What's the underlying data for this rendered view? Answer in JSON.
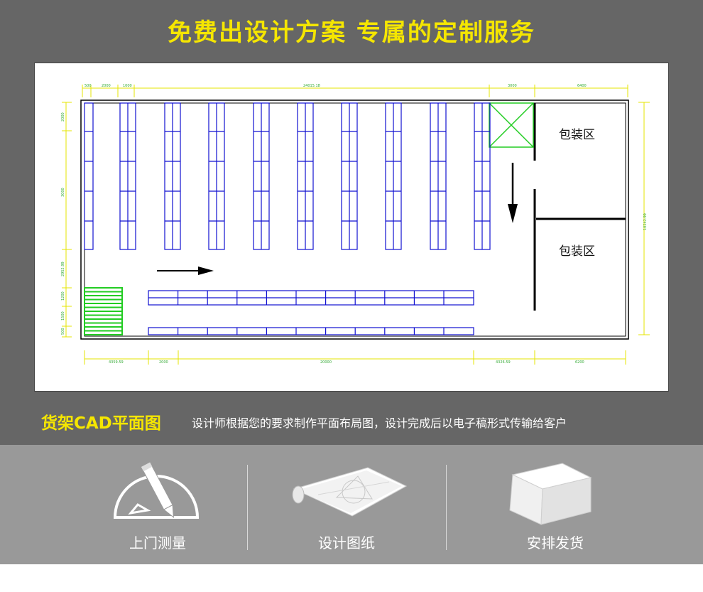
{
  "header": {
    "title": "免费出设计方案  专属的定制服务"
  },
  "floor_plan": {
    "zone_labels": [
      "包装区",
      "包装区"
    ],
    "top_dimensions": [
      "500",
      "2000",
      "1000",
      "24015.18",
      "3000",
      "6400"
    ],
    "bottom_dimensions": [
      "4359.59",
      "2000",
      "20000",
      "4326.59",
      "6200"
    ],
    "left_dimensions": [
      "2000",
      "3000",
      "2952.99",
      "1200",
      "1500",
      "500"
    ],
    "right_dimension": "10242.99",
    "colors": {
      "shelving": "#1010d0",
      "stair": "#22cc22",
      "dimension": "#e6e600",
      "wall": "#000000"
    }
  },
  "caption": {
    "title": "货架CAD平面图",
    "description": "设计师根据您的要求制作平面布局图，设计完成后以电子稿形式传输给客户"
  },
  "steps": [
    {
      "label": "上门测量",
      "icon": "pencil-protractor-icon"
    },
    {
      "label": "设计图纸",
      "icon": "blueprint-scroll-icon"
    },
    {
      "label": "安排发货",
      "icon": "shipping-box-icon"
    }
  ]
}
